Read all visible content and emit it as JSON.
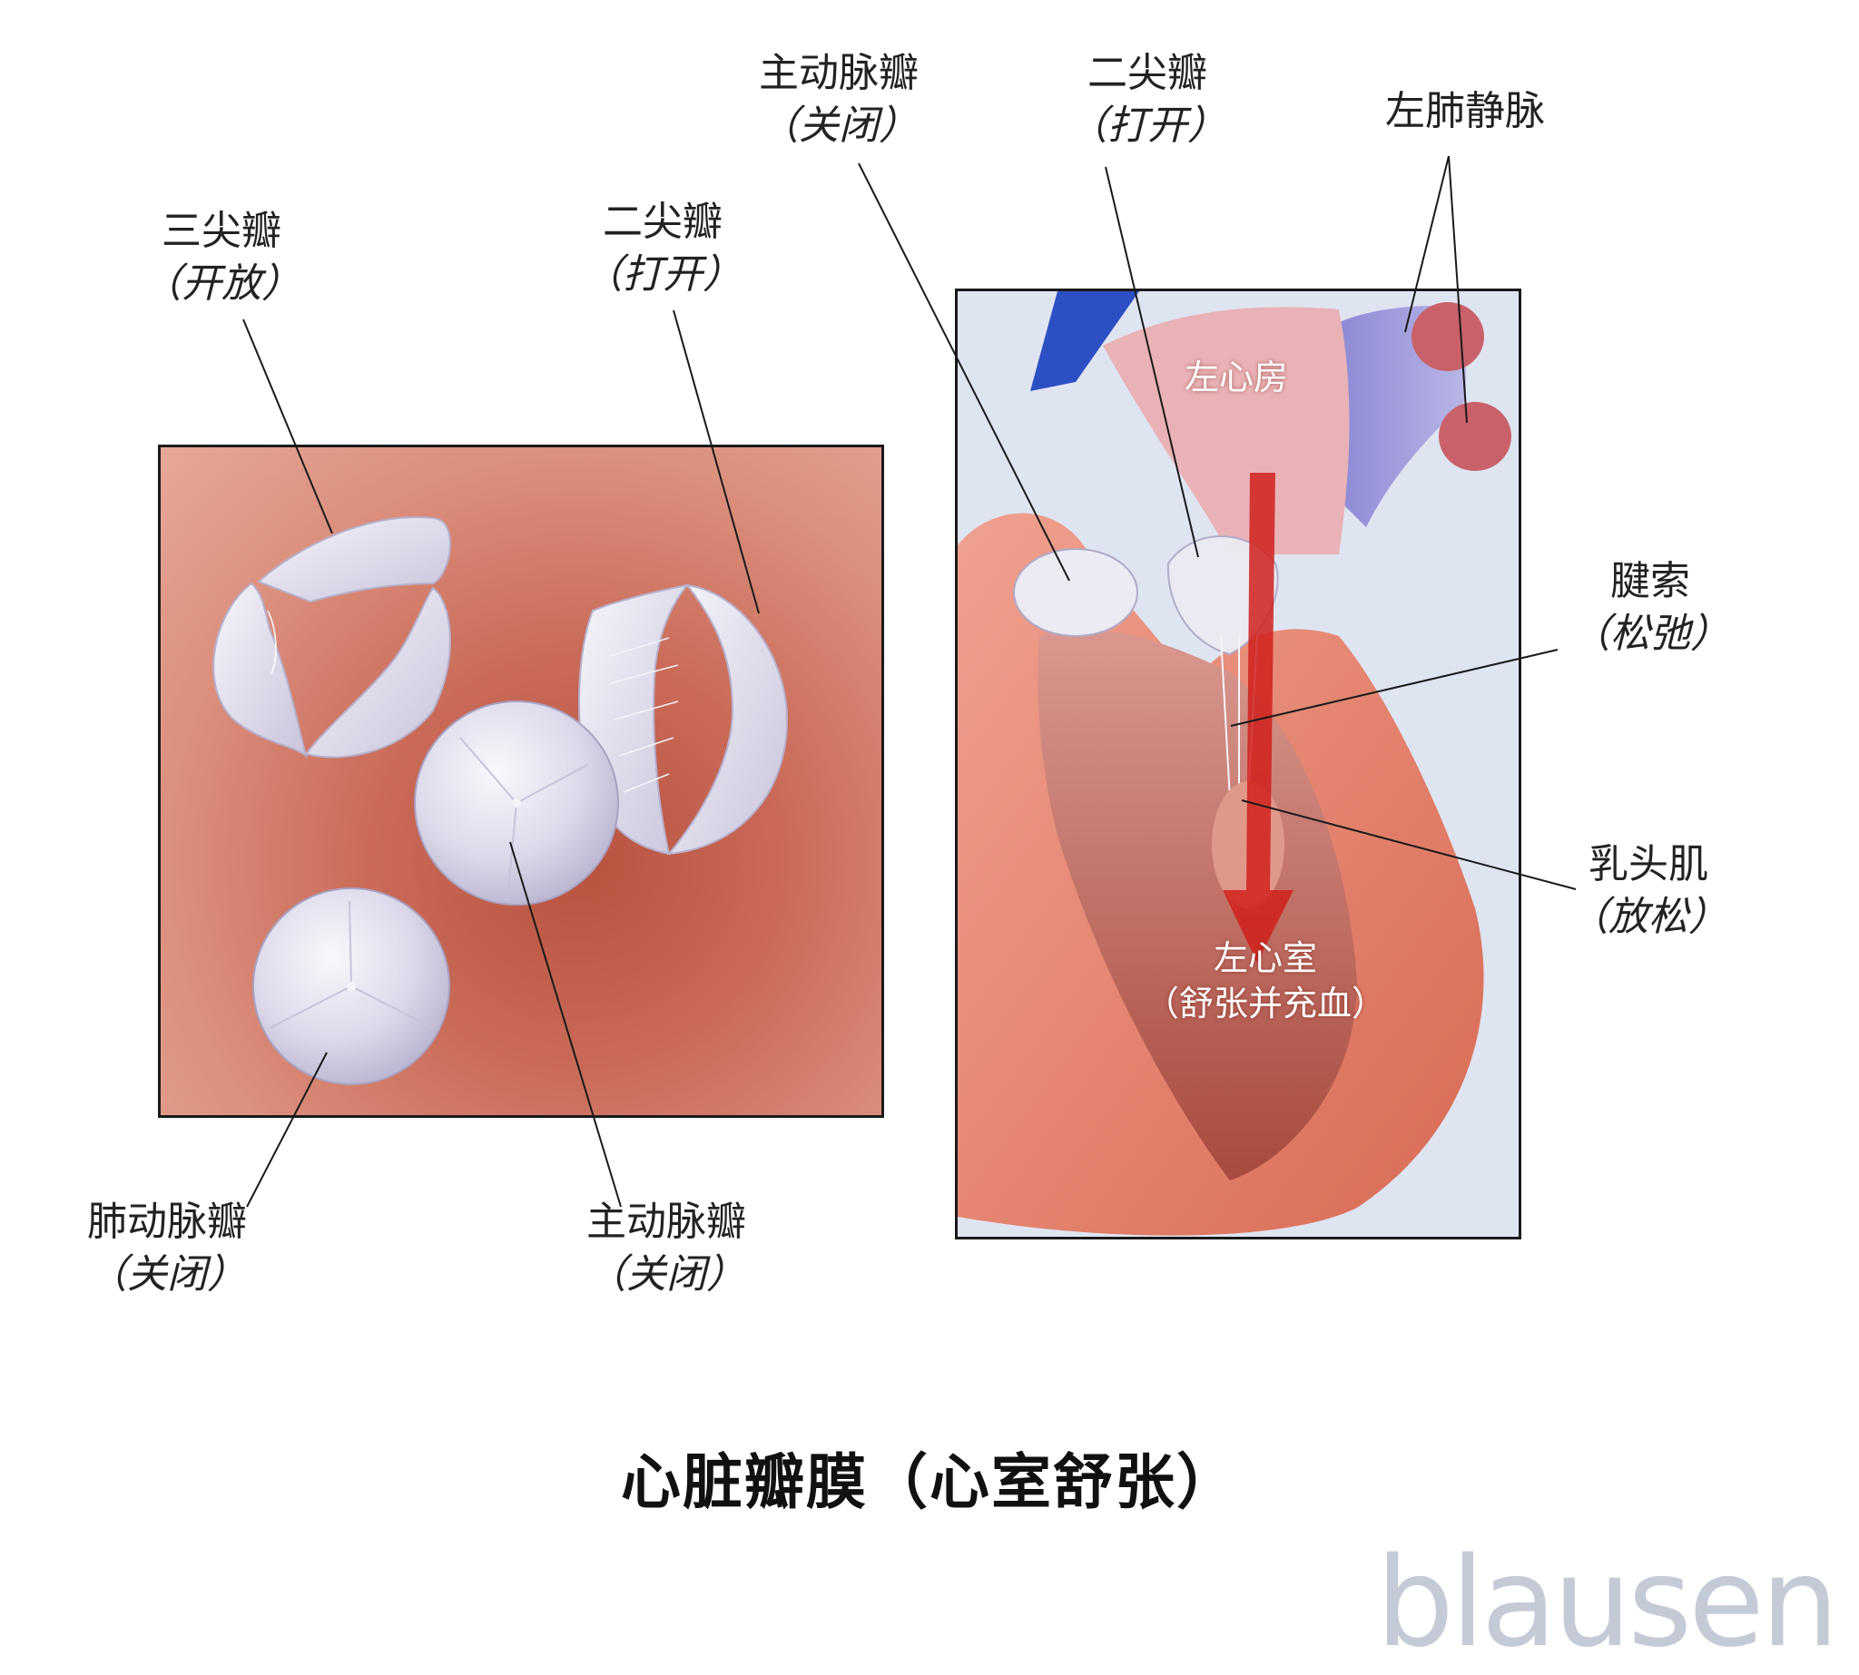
{
  "title": "心脏瓣膜（心室舒张）",
  "logo": "blausen",
  "left_labels": {
    "tricuspid": {
      "name": "三尖瓣",
      "state": "（开放）"
    },
    "mitral": {
      "name": "二尖瓣",
      "state": "（打开）"
    },
    "pulmonary": {
      "name": "肺动脉瓣",
      "state": "（关闭）"
    },
    "aortic": {
      "name": "主动脉瓣",
      "state": "（关闭）"
    }
  },
  "right_labels": {
    "aortic": {
      "name": "主动脉瓣",
      "state": "（关闭）"
    },
    "mitral": {
      "name": "二尖瓣",
      "state": "（打开）"
    },
    "pulmonary_vein": {
      "name": "左肺静脉"
    },
    "chordae": {
      "name": "腱索",
      "state": "（松弛）"
    },
    "papillary": {
      "name": "乳头肌",
      "state": "（放松）"
    },
    "left_atrium": "左心房",
    "left_ventricle": {
      "name": "左心室",
      "state": "（舒张并充血）"
    }
  },
  "colors": {
    "muscle": "#e4826e",
    "atrium": "#e9b2b6",
    "vein": "#7a78c8",
    "valve": "#e8e6f2",
    "blood_arrow": "#d0201c",
    "background": "#dfe4f1"
  }
}
